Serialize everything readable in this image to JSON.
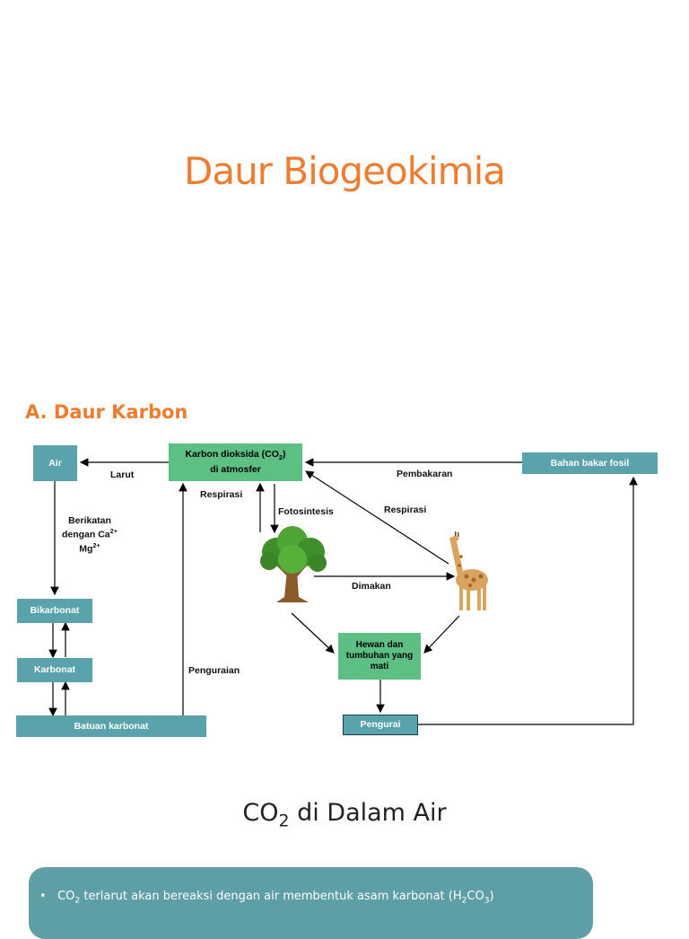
{
  "title": "Daur Biogeokimia",
  "section": "A.  Daur Karbon",
  "diagram": {
    "nodes": {
      "air": "Air",
      "co2_line1": "Karbon dioksida (CO",
      "co2_sub": "2",
      "co2_close": ")",
      "co2_line2": "di atmosfer",
      "fossil": "Bahan bakar fosil",
      "bikarbonat": "Bikarbonat",
      "karbonat": "Karbonat",
      "batuan": "Batuan karbonat",
      "dead_1": "Hewan dan",
      "dead_2": "tumbuhan yang",
      "dead_3": "mati",
      "pengurai": "Pengurai"
    },
    "labels": {
      "larut": "Larut",
      "pembakaran": "Pembakaran",
      "respirasi_left": "Respirasi",
      "fotosintesis": "Fotosintesis",
      "respirasi_right": "Respirasi",
      "dimakan": "Dimakan",
      "penguraian": "Penguraian",
      "berikatan_1": "Berikatan",
      "berikatan_2": "dengan Ca",
      "ca_sup": "2+",
      "mg": "Mg",
      "mg_sup": "2+"
    }
  },
  "subtitle": {
    "prefix": "CO",
    "sub": "2",
    "suffix": " di Dalam Air"
  },
  "bullets": [
    {
      "a": "CO",
      "a_sub": "2",
      "b": " terlarut akan bereaksi dengan air membentuk asam karbonat (H",
      "b_sub": "2",
      "c": "CO",
      "c_sub": "3",
      "d": ")"
    }
  ],
  "colors": {
    "accent": "#ed7d31",
    "teal": "#5aa2ac",
    "green": "#5dbf84",
    "panel": "#5e9fa5"
  }
}
